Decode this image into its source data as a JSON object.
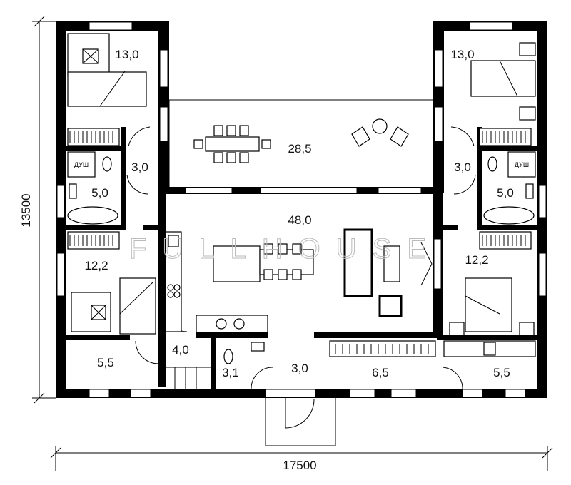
{
  "plan": {
    "watermark": "FULLHOUSE",
    "dimensions": {
      "height": "13500",
      "width": "17500"
    },
    "rooms": {
      "bedroom_top_left": "13,0",
      "bedroom_top_right": "13,0",
      "terrace": "28,5",
      "hall_left": "3,0",
      "hall_right": "3,0",
      "bath_left": "5,0",
      "bath_right": "5,0",
      "shower_left": "ДУШ",
      "shower_right": "ДУШ",
      "living": "48,0",
      "bedroom_bottom_left": "12,2",
      "bedroom_bottom_right": "12,2",
      "utility_left": "5,5",
      "corridor": "4,0",
      "wc": "3,1",
      "entry": "3,0",
      "wardrobe": "6,5",
      "utility_right": "5,5"
    }
  }
}
